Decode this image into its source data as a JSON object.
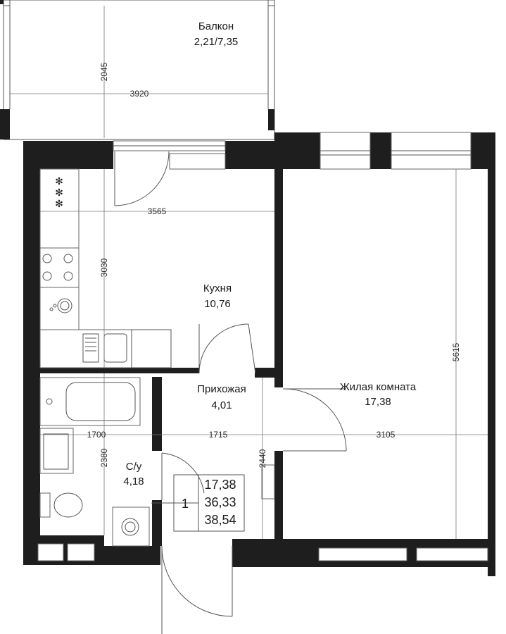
{
  "rooms": {
    "balcony": {
      "name": "Балкон",
      "area": "2,21/7,35"
    },
    "kitchen": {
      "name": "Кухня",
      "area": "10,76"
    },
    "hallway": {
      "name": "Прихожая",
      "area": "4,01"
    },
    "living": {
      "name": "Жилая комната",
      "area": "17,38"
    },
    "bathroom": {
      "name": "С/у",
      "area": "4,18"
    }
  },
  "dimensions": {
    "balcony_height": "2045",
    "balcony_width": "3920",
    "kitchen_width": "3565",
    "kitchen_height": "3030",
    "living_height": "5615",
    "bath_width": "1700",
    "hall_width": "1715",
    "living_width": "3105",
    "bath_height": "2380",
    "hall_height": "2440"
  },
  "summary": {
    "rooms_count": "1",
    "living_area": "17,38",
    "total_area": "36,33",
    "total_with_balcony": "38,54"
  },
  "colors": {
    "wall": "#1e1e1e",
    "line": "#555555"
  }
}
